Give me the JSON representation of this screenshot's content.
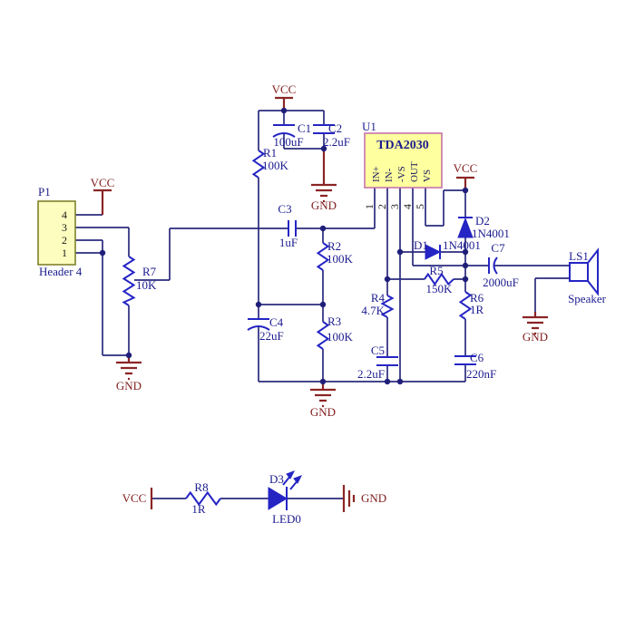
{
  "power": {
    "vcc": "VCC",
    "gnd": "GND"
  },
  "colors": {
    "wire": "#2b2b7e",
    "component_blue": "#2525c4",
    "power_red": "#8b2525",
    "label_navy": "#1c1c8f",
    "ic_fill": "#feff9e",
    "ic_border": "#c873ae",
    "header_fill": "#fdfdc0",
    "header_border": "#80802b"
  },
  "ic": {
    "ref": "U1",
    "part": "TDA2030",
    "pin_names": [
      "IN+",
      "IN-",
      "-VS",
      "OUT",
      "VS"
    ],
    "pin_numbers": [
      "1",
      "2",
      "3",
      "4",
      "5"
    ]
  },
  "header": {
    "ref": "P1",
    "label": "Header 4",
    "pins": [
      "4",
      "3",
      "2",
      "1"
    ]
  },
  "resistors": [
    {
      "ref": "R1",
      "value": "100K"
    },
    {
      "ref": "R2",
      "value": "100K"
    },
    {
      "ref": "R3",
      "value": "100K"
    },
    {
      "ref": "R4",
      "value": "4.7K"
    },
    {
      "ref": "R5",
      "value": "150K"
    },
    {
      "ref": "R6",
      "value": "1R"
    },
    {
      "ref": "R7",
      "value": "10K"
    },
    {
      "ref": "R8",
      "value": "1R"
    }
  ],
  "capacitors": [
    {
      "ref": "C1",
      "value": "100uF"
    },
    {
      "ref": "C2",
      "value": "2.2uF"
    },
    {
      "ref": "C3",
      "value": "1uF"
    },
    {
      "ref": "C4",
      "value": "22uF"
    },
    {
      "ref": "C5",
      "value": "2.2uF"
    },
    {
      "ref": "C6",
      "value": "220nF"
    },
    {
      "ref": "C7",
      "value": "2000uF"
    }
  ],
  "diodes": [
    {
      "ref": "D1",
      "value": "1N4001"
    },
    {
      "ref": "D2",
      "value": "1N4001"
    },
    {
      "ref": "D3",
      "value": "LED0"
    }
  ],
  "speaker": {
    "ref": "LS1",
    "label": "Speaker"
  }
}
